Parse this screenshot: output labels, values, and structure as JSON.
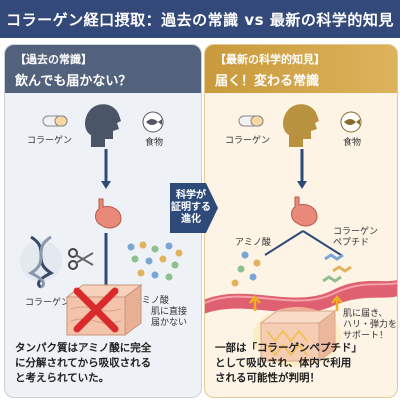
{
  "title": "コラーゲン経口摂取：過去の常識 vs 最新の科学的知見",
  "left": {
    "heading_tag": "【過去の常識】",
    "heading_main": "飲んでも届かない？",
    "label_collagen_top": "コラーゲン",
    "label_food": "食物",
    "label_collagen_mid": "コラーゲン",
    "label_amino": "アミノ酸",
    "label_not_reach": [
      "肌に直接",
      "届かない"
    ],
    "caption": [
      "タンパク質はアミノ酸に完全",
      "に分解されてから吸収される",
      "と考えられていた。"
    ]
  },
  "center": {
    "badge": [
      "科学が",
      "証明する",
      "進化"
    ]
  },
  "right": {
    "heading_tag": "【最新の科学的知見】",
    "heading_main": "届く！変わる常識",
    "label_collagen_top": "コラーゲン",
    "label_food": "食物",
    "label_amino": "アミノ酸",
    "label_peptide": [
      "コラーゲン",
      "ペプチド"
    ],
    "label_effect": [
      "肌に届き、",
      "ハリ・弾力を",
      "サポート！"
    ],
    "caption": [
      "一部は「コラーゲンペプチド」",
      "として吸収され、体内で利用",
      "される可能性が判明！"
    ]
  },
  "colors": {
    "navy": "#33497a",
    "gold": "#c99a3c",
    "red_x": "#d92b2b",
    "stomach": "#e8897a"
  },
  "icons": [
    "head-silhouette-icon",
    "pill-icon",
    "fish-icon",
    "stomach-icon",
    "dna-helix-icon",
    "scissors-icon",
    "amino-dots-icon",
    "skin-block-icon",
    "blood-vessel-icon",
    "cross-mark-icon"
  ]
}
